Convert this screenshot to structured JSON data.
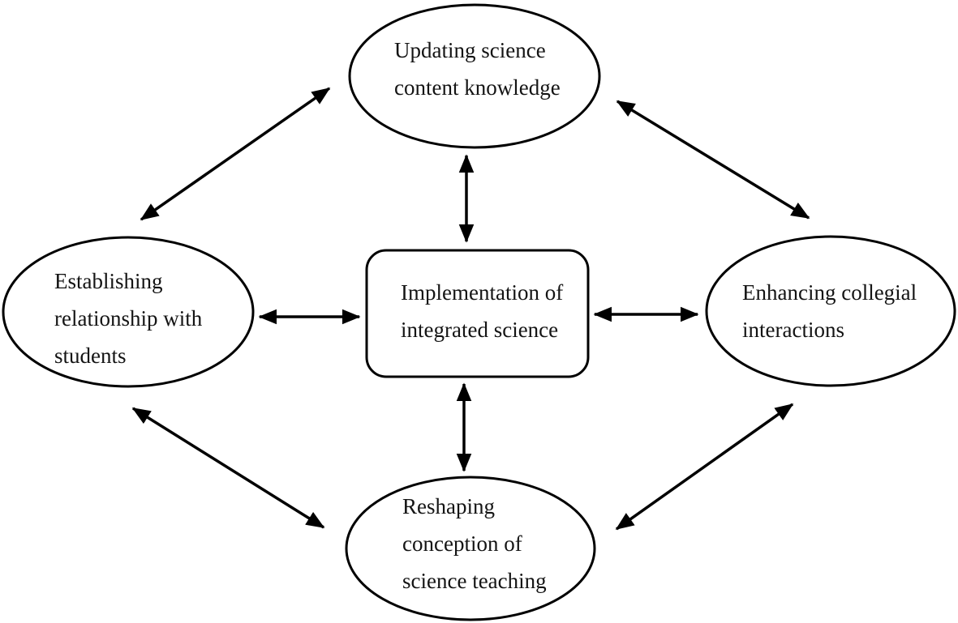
{
  "diagram": {
    "colors": {
      "background": "#ffffff",
      "stroke": "#000000",
      "text": "#141414"
    },
    "nodes": {
      "top": {
        "shape": "ellipse",
        "lines": [
          "Updating science",
          "content knowledge"
        ]
      },
      "left": {
        "shape": "ellipse",
        "lines": [
          "Establishing",
          "relationship with",
          "students"
        ]
      },
      "center": {
        "shape": "rounded-rectangle",
        "lines": [
          "Implementation of",
          "integrated science"
        ]
      },
      "right": {
        "shape": "ellipse",
        "lines": [
          "Enhancing collegial",
          "interactions"
        ]
      },
      "bottom": {
        "shape": "ellipse",
        "lines": [
          "Reshaping",
          "conception of",
          "science teaching"
        ]
      }
    },
    "connections": [
      {
        "from": "center",
        "to": "top",
        "style": "double-arrow"
      },
      {
        "from": "center",
        "to": "bottom",
        "style": "double-arrow"
      },
      {
        "from": "center",
        "to": "left",
        "style": "double-arrow"
      },
      {
        "from": "center",
        "to": "right",
        "style": "double-arrow"
      },
      {
        "from": "left",
        "to": "top",
        "style": "double-arrow"
      },
      {
        "from": "top",
        "to": "right",
        "style": "double-arrow"
      },
      {
        "from": "left",
        "to": "bottom",
        "style": "double-arrow"
      },
      {
        "from": "bottom",
        "to": "right",
        "style": "double-arrow"
      }
    ]
  }
}
